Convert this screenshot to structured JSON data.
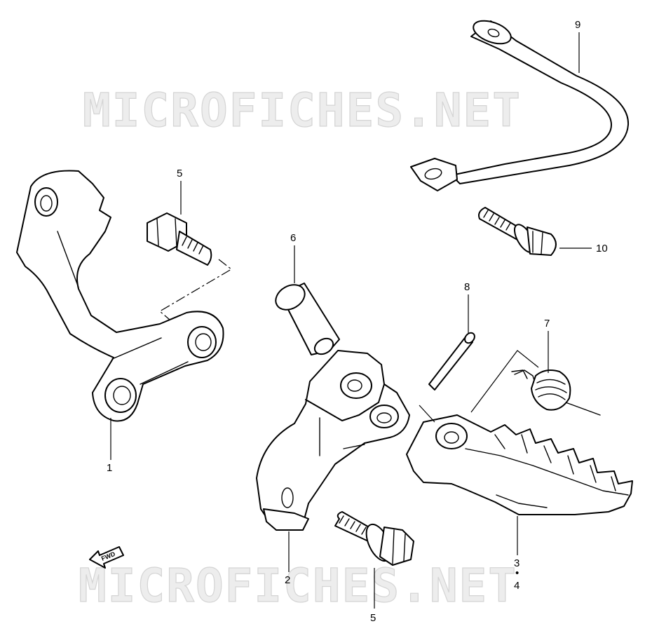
{
  "watermark": {
    "text": "MICROFICHES.NET"
  },
  "direction_marker": {
    "label": "FWD"
  },
  "callouts": {
    "part_1": "1",
    "part_2": "2",
    "part_3": "3",
    "dot": "•",
    "part_4": "4",
    "part_5_top": "5",
    "part_5_bottom": "5",
    "part_6": "6",
    "part_7": "7",
    "part_8": "8",
    "part_9": "9",
    "part_10": "10"
  }
}
